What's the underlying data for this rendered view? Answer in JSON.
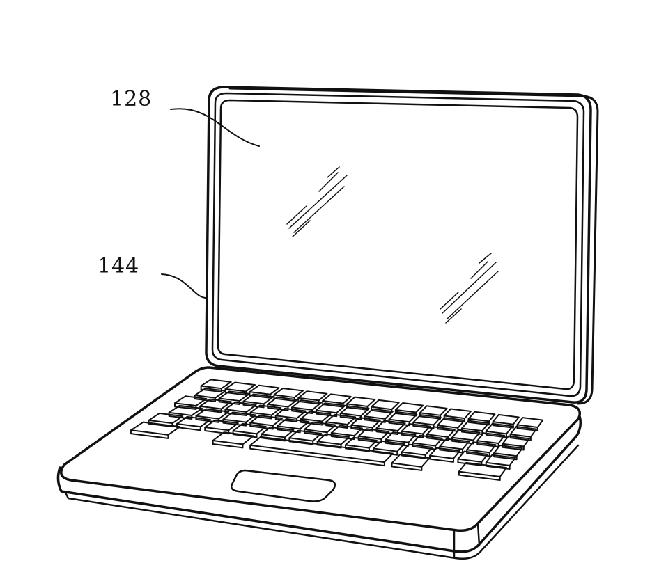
{
  "figure": {
    "reference_numerals": [
      {
        "id": "128",
        "text": "128"
      },
      {
        "id": "144",
        "text": "144"
      }
    ],
    "stroke_color": "#111111",
    "background_color": "#ffffff"
  }
}
